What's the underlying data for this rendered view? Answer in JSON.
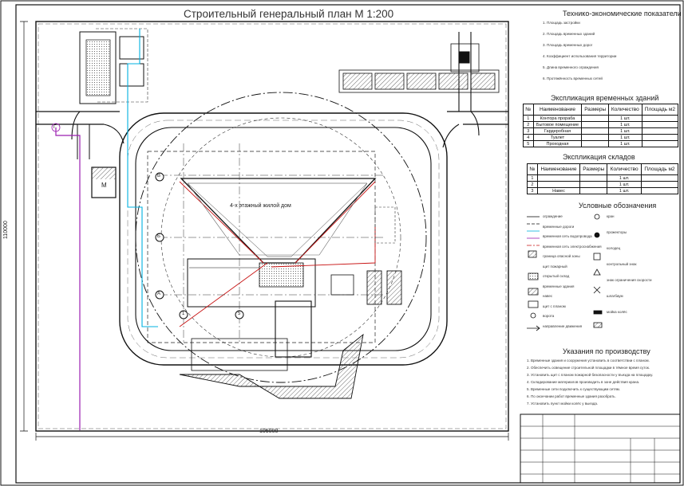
{
  "title": "Строительный генеральный план М 1:200",
  "tech_econ": {
    "heading": "Технико-экономические показатели",
    "lines": [
      "1. Площадь застройки",
      "2. Площадь временных зданий",
      "3. Площадь временных дорог",
      "4. Коэффициент использования территории",
      "5. Длина временного ограждения",
      "6. Протяжённость временных сетей"
    ]
  },
  "temp_buildings": {
    "heading": "Экспликация временных зданий",
    "columns": [
      "№",
      "Наименование",
      "Размеры",
      "Количество",
      "Площадь м2"
    ],
    "rows": [
      [
        "1",
        "Контора прораба",
        "",
        "1 шт.",
        ""
      ],
      [
        "2",
        "Бытовое помещение",
        "",
        "1 шт.",
        ""
      ],
      [
        "3",
        "Гардеробная",
        "",
        "1 шт.",
        ""
      ],
      [
        "4",
        "Туалет",
        "",
        "1 шт.",
        ""
      ],
      [
        "5",
        "Проходная",
        "",
        "1 шт.",
        ""
      ]
    ]
  },
  "warehouses": {
    "heading": "Экспликация складов",
    "columns": [
      "№",
      "Наименование",
      "Размеры",
      "Количество",
      "Площадь м2"
    ],
    "rows": [
      [
        "1",
        "",
        "",
        "1 шт.",
        ""
      ],
      [
        "2",
        "",
        "",
        "1 шт.",
        ""
      ],
      [
        "3",
        "Навес",
        "",
        "1 шт.",
        ""
      ]
    ]
  },
  "legend": {
    "heading": "Условные обозначения",
    "left": [
      "ограждение",
      "временные дороги",
      "временная сеть водопровода",
      "временная сеть электроснабжения",
      "граница опасной зоны",
      "щит пожарный",
      "открытый склад",
      "временные здания",
      "навес",
      "щит с планом",
      "ворота",
      "направление движения"
    ],
    "right": [
      "кран",
      "прожекторы",
      "колодец",
      "контрольный знак",
      "знак ограничения скорости",
      "шлагбаум",
      "мойка колёс"
    ]
  },
  "instructions": {
    "heading": "Указания по производству",
    "lines": [
      "1. Временные здания и сооружения установить в соответствии с планом.",
      "2. Обеспечить освещение строительной площадки в тёмное время суток.",
      "3. Установить щит с планом пожарной безопасности у въезда на площадку.",
      "4. Складирование материалов производить в зоне действия крана.",
      "5. Временные сети подключить к существующим сетям.",
      "6. По окончании работ временные здания разобрать.",
      "7. Установить пункт мойки колёс у выезда."
    ]
  },
  "plan": {
    "building_label": "4-х этажный жилой дом",
    "warehouse_label": "М",
    "dim_bottom": "105000",
    "dim_left": "110000",
    "axis_labels": [
      "А",
      "Б",
      "В",
      "Г",
      "1",
      "5"
    ]
  },
  "colors": {
    "line": "#111111",
    "water": "#00b0e0",
    "power": "#9b1fb0",
    "zone": "#c81414",
    "hatch": "#444444"
  }
}
